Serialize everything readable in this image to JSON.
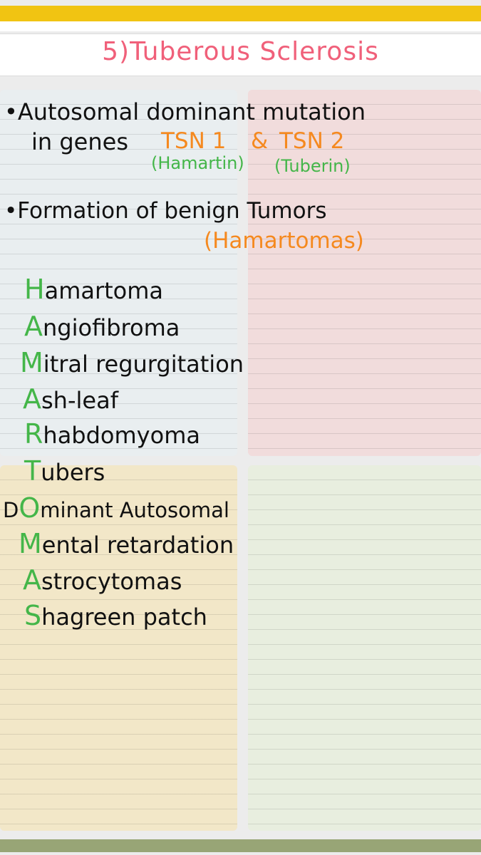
{
  "title": "5)Tuberous Sclerosis",
  "bullets": [
    {
      "symbol": "•",
      "line1": "Autosomal dominant mutation",
      "line2_prefix": "in genes",
      "genes": [
        {
          "name": "TSN 1",
          "protein": "(Hamartin)"
        },
        {
          "name": "TSN 2",
          "protein": "(Tuberin)"
        }
      ],
      "joiner": "&"
    },
    {
      "symbol": "•",
      "line1": "Formation of benign Tumors",
      "line2": "(Hamartomas)"
    }
  ],
  "mnemonic": [
    {
      "prefix": "",
      "letter": "H",
      "rest": "amartoma"
    },
    {
      "prefix": "",
      "letter": "A",
      "rest": "ngiofibroma"
    },
    {
      "prefix": "",
      "letter": "M",
      "rest": "itral regurgitation"
    },
    {
      "prefix": "",
      "letter": "A",
      "rest": "sh-leaf"
    },
    {
      "prefix": "",
      "letter": "R",
      "rest": "habdomyoma"
    },
    {
      "prefix": "",
      "letter": "T",
      "rest": "ubers"
    },
    {
      "prefix": "D",
      "letter": "O",
      "rest": "minant Autosomal"
    },
    {
      "prefix": "",
      "letter": "M",
      "rest": "ental retardation"
    },
    {
      "prefix": "",
      "letter": "A",
      "rest": "strocytomas"
    },
    {
      "prefix": "",
      "letter": "S",
      "rest": "hagreen patch"
    }
  ],
  "colors": {
    "title": "#f0607a",
    "accent_orange": "#f5891f",
    "accent_green": "#44b649",
    "top_bar": "#f1c412",
    "bottom_bar": "#98a576"
  }
}
